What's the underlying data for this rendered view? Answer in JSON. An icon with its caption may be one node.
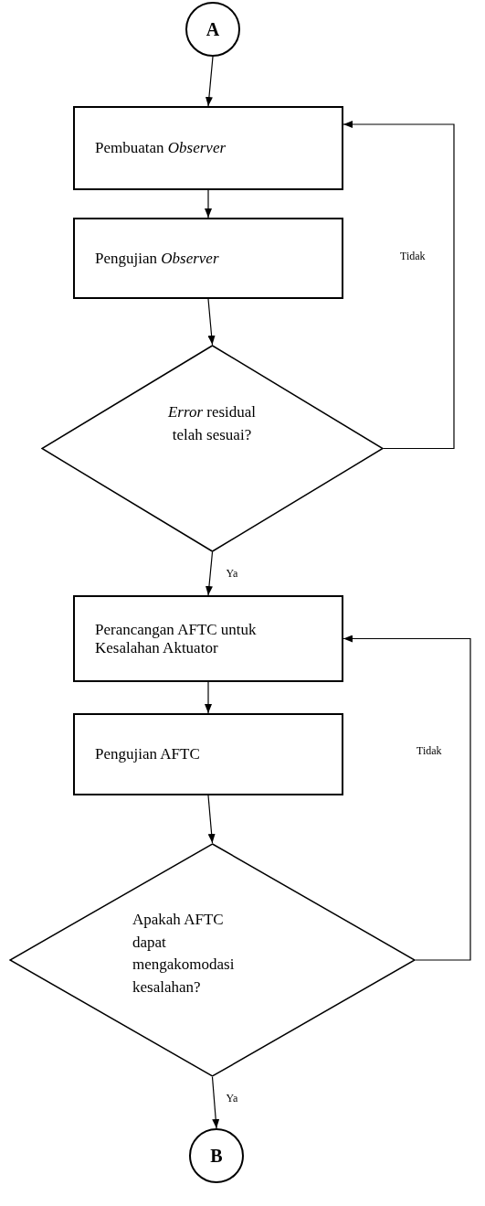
{
  "diagram": {
    "nodes": [
      {
        "text": [
          "A"
        ]
      },
      {
        "text": [
          "Pembuatan *Observer*"
        ]
      },
      {
        "text": [
          "Pengujian *Observer*"
        ]
      },
      {
        "text": [
          "*Error* residual telah sesuai?"
        ]
      },
      {
        "text": [
          "Perancangan AFTC untuk Kesalahan Aktuator"
        ]
      },
      {
        "text": [
          "Pengujian AFTC"
        ]
      },
      {
        "text": [
          "Apakah AFTC dapat mengakomodasi kesalahan?"
        ]
      },
      {
        "text": [
          "B"
        ]
      }
    ],
    "edges": [
      {
        "from": 0,
        "to": 1,
        "arrow": "to"
      },
      {
        "from": 1,
        "to": 2,
        "arrow": "to"
      },
      {
        "from": 2,
        "to": 3,
        "arrow": "to"
      },
      {
        "from": 3,
        "to": 1,
        "arrow": "to",
        "label": "Tidak"
      },
      {
        "from": 3,
        "to": 4,
        "arrow": "to",
        "label": "Ya"
      },
      {
        "from": 4,
        "to": 5,
        "arrow": "to"
      },
      {
        "from": 5,
        "to": 6,
        "arrow": "to"
      },
      {
        "from": 6,
        "to": 4,
        "arrow": "to",
        "label": "Tidak"
      },
      {
        "from": 6,
        "to": 7,
        "arrow": "to",
        "label": "Ya"
      }
    ]
  }
}
